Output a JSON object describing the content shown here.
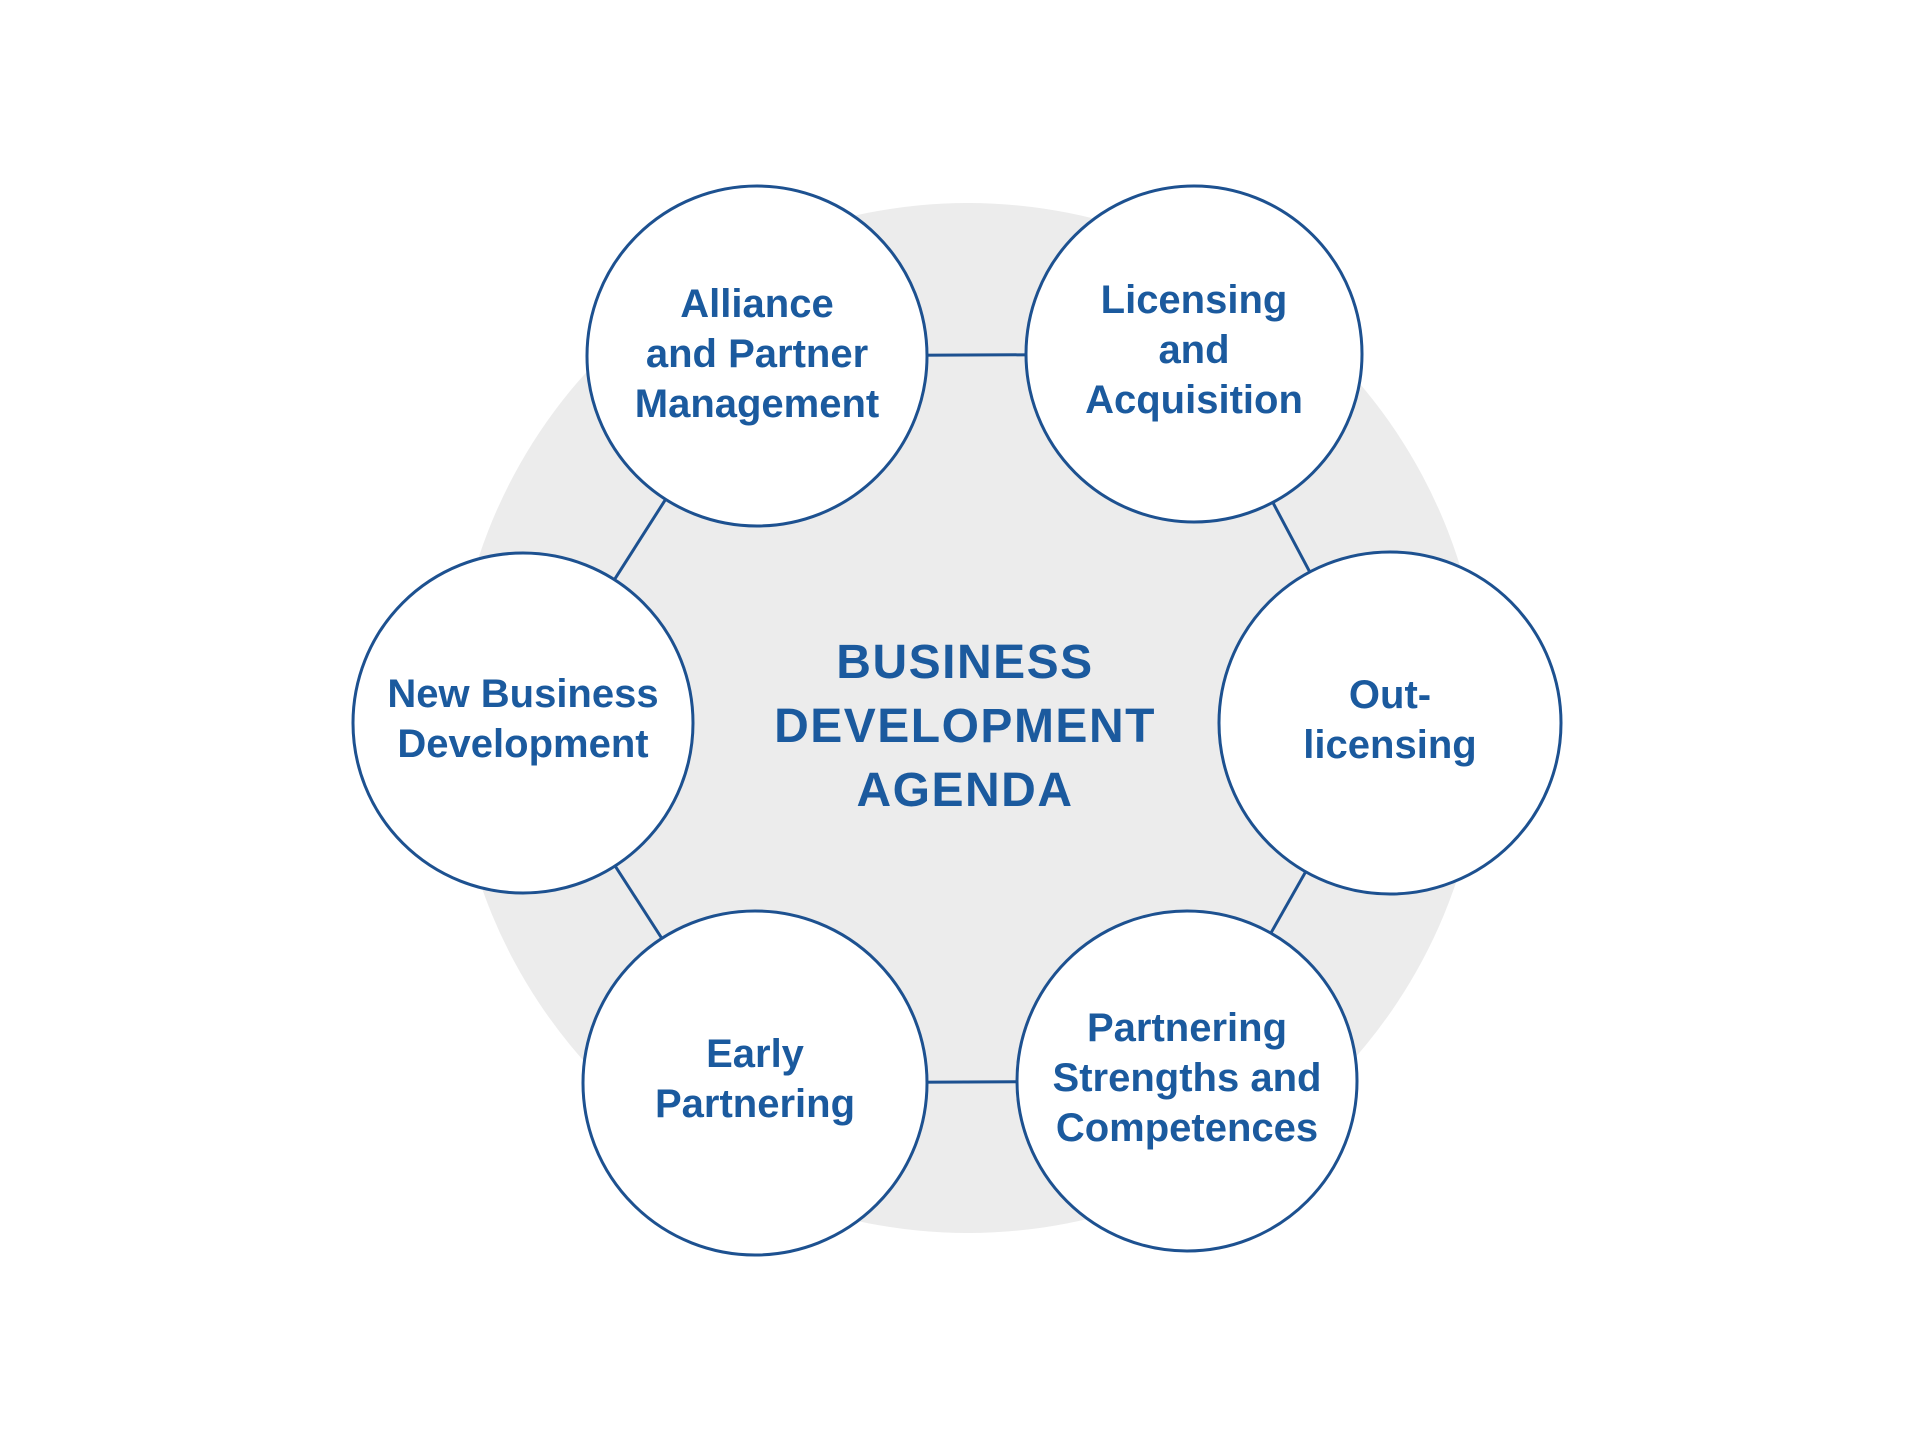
{
  "colors": {
    "text_blue": "#1b5a9e",
    "outline_blue": "#1d5190",
    "ring_gray": "#ececec",
    "background": "#ffffff"
  },
  "title": {
    "text": "BUSINESS DEVELOPMENT AGENDA",
    "lines": [
      "BUSINESS",
      "DEVELOPMENT",
      "AGENDA"
    ]
  },
  "nodes": [
    {
      "id": "alliance-and-partner-management",
      "label": "Alliance and Partner Management",
      "lines": [
        "Alliance",
        "and Partner",
        "Management"
      ]
    },
    {
      "id": "licensing-and-acquisition",
      "label": "Licensing and Acquisition",
      "lines": [
        "Licensing",
        "and",
        "Acquisition"
      ]
    },
    {
      "id": "out-licensing",
      "label": "Out-licensing",
      "lines": [
        "Out-",
        "licensing"
      ]
    },
    {
      "id": "partnering-strengths-and-competences",
      "label": "Partnering Strengths and Competences",
      "lines": [
        "Partnering",
        "Strengths and",
        "Competences"
      ]
    },
    {
      "id": "early-partnering",
      "label": "Early Partnering",
      "lines": [
        "Early",
        "Partnering"
      ]
    },
    {
      "id": "new-business-development",
      "label": "New Business Development",
      "lines": [
        "New Business",
        "Development"
      ]
    }
  ]
}
